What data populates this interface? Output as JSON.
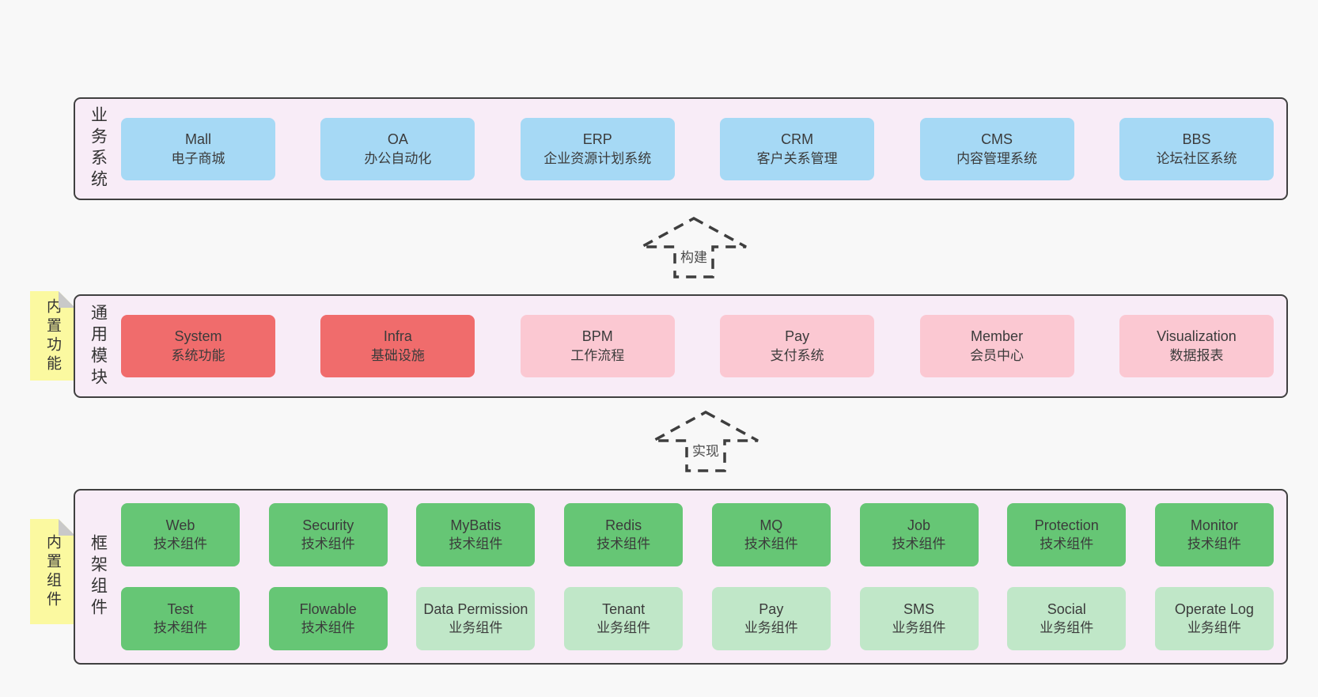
{
  "colors": {
    "page_bg": "#f8f8f8",
    "band_bg": "#f8ecf7",
    "band_border": "#404040",
    "blue_box": "#a6d9f5",
    "red_box": "#f06c6c",
    "pink_box": "#fbc8d2",
    "green_box": "#66c675",
    "green_light_box": "#c0e7c8",
    "sticky_bg": "#fbf9a0",
    "sticky_fold": "#c9c9c9",
    "text": "#3b3b3b"
  },
  "stickies": [
    {
      "label": "内置功能"
    },
    {
      "label": "内置组件"
    }
  ],
  "arrows": [
    {
      "label": "构建"
    },
    {
      "label": "实现"
    }
  ],
  "bands": [
    {
      "label": "业务系统",
      "boxes": [
        {
          "name": "Mall",
          "sub": "电子商城",
          "variant": "blue"
        },
        {
          "name": "OA",
          "sub": "办公自动化",
          "variant": "blue"
        },
        {
          "name": "ERP",
          "sub": "企业资源计划系统",
          "variant": "blue"
        },
        {
          "name": "CRM",
          "sub": "客户关系管理",
          "variant": "blue"
        },
        {
          "name": "CMS",
          "sub": "内容管理系统",
          "variant": "blue"
        },
        {
          "name": "BBS",
          "sub": "论坛社区系统",
          "variant": "blue"
        }
      ]
    },
    {
      "label": "通用模块",
      "boxes": [
        {
          "name": "System",
          "sub": "系统功能",
          "variant": "red"
        },
        {
          "name": "Infra",
          "sub": "基础设施",
          "variant": "red"
        },
        {
          "name": "BPM",
          "sub": "工作流程",
          "variant": "pink"
        },
        {
          "name": "Pay",
          "sub": "支付系统",
          "variant": "pink"
        },
        {
          "name": "Member",
          "sub": "会员中心",
          "variant": "pink"
        },
        {
          "name": "Visualization",
          "sub": "数据报表",
          "variant": "pink"
        }
      ]
    },
    {
      "label": "框架组件",
      "rows": [
        [
          {
            "name": "Web",
            "sub": "技术组件",
            "variant": "green"
          },
          {
            "name": "Security",
            "sub": "技术组件",
            "variant": "green"
          },
          {
            "name": "MyBatis",
            "sub": "技术组件",
            "variant": "green"
          },
          {
            "name": "Redis",
            "sub": "技术组件",
            "variant": "green"
          },
          {
            "name": "MQ",
            "sub": "技术组件",
            "variant": "green"
          },
          {
            "name": "Job",
            "sub": "技术组件",
            "variant": "green"
          },
          {
            "name": "Protection",
            "sub": "技术组件",
            "variant": "green"
          },
          {
            "name": "Monitor",
            "sub": "技术组件",
            "variant": "green"
          }
        ],
        [
          {
            "name": "Test",
            "sub": "技术组件",
            "variant": "green"
          },
          {
            "name": "Flowable",
            "sub": "技术组件",
            "variant": "green"
          },
          {
            "name": "Data Permission",
            "sub": "业务组件",
            "variant": "green-light"
          },
          {
            "name": "Tenant",
            "sub": "业务组件",
            "variant": "green-light"
          },
          {
            "name": "Pay",
            "sub": "业务组件",
            "variant": "green-light"
          },
          {
            "name": "SMS",
            "sub": "业务组件",
            "variant": "green-light"
          },
          {
            "name": "Social",
            "sub": "业务组件",
            "variant": "green-light"
          },
          {
            "name": "Operate Log",
            "sub": "业务组件",
            "variant": "green-light"
          }
        ]
      ]
    }
  ]
}
